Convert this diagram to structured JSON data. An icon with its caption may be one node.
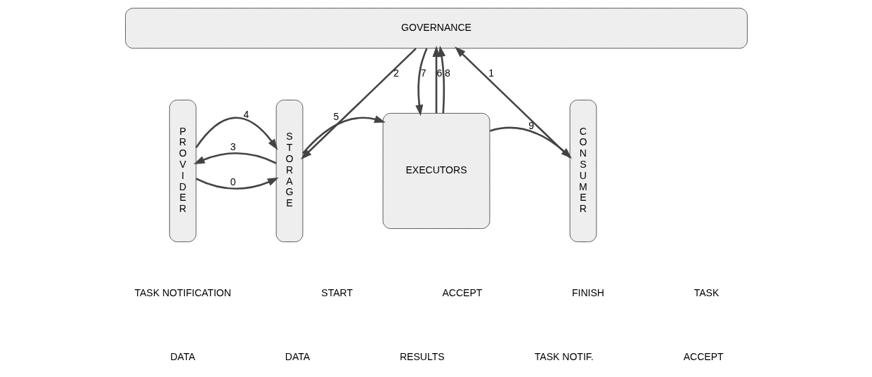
{
  "diagram": {
    "nodes": [
      {
        "text": [
          "GOVERNANCE"
        ]
      },
      {
        "text": [
          "P R O V I D E R"
        ]
      },
      {
        "text": [
          "S T O R A G E"
        ]
      },
      {
        "text": [
          "EXECUTORS"
        ]
      },
      {
        "text": [
          "C O N S U M E R"
        ]
      }
    ],
    "edges": [
      {
        "from": 1,
        "to": 2,
        "arrow": "to",
        "label": "0"
      },
      {
        "from": 4,
        "to": 0,
        "arrow": "to",
        "label": "1"
      },
      {
        "from": 0,
        "to": 2,
        "arrow": "to",
        "label": "2"
      },
      {
        "from": 2,
        "to": 1,
        "arrow": "to",
        "label": "3"
      },
      {
        "from": 1,
        "to": 2,
        "arrow": "to",
        "label": "4"
      },
      {
        "from": 2,
        "to": 3,
        "arrow": "to",
        "label": "5"
      },
      {
        "from": 3,
        "to": 0,
        "arrow": "to",
        "label": "6"
      },
      {
        "from": 0,
        "to": 3,
        "arrow": "to",
        "label": "7"
      },
      {
        "from": 3,
        "to": 0,
        "arrow": "to",
        "label": "8"
      },
      {
        "from": 3,
        "to": 4,
        "arrow": "to",
        "label": "9"
      }
    ],
    "labels": [
      "TASK NOTIFICATION",
      "START",
      "ACCEPT",
      "FINISH",
      "TASK",
      "DATA",
      "DATA",
      "RESULTS",
      "TASK NOTIF.",
      "ACCEPT"
    ]
  }
}
